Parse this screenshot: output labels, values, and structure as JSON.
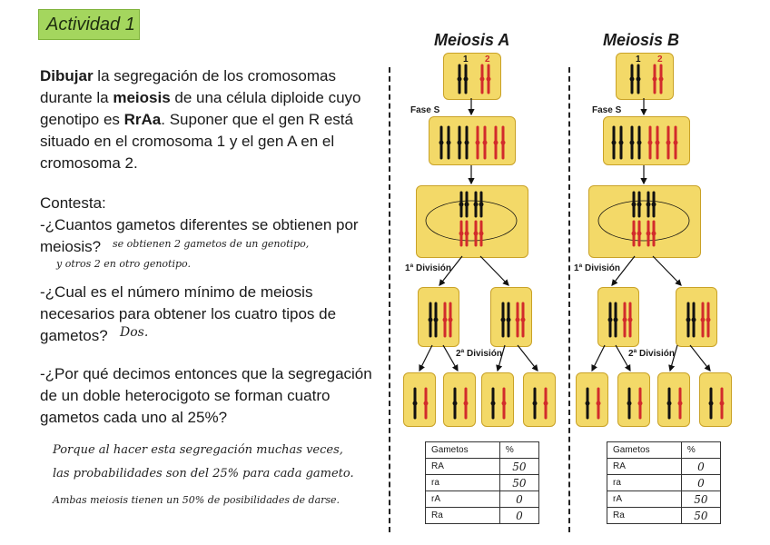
{
  "title": "Actividad 1",
  "question_main": [
    {
      "text": "Dibujar",
      "bold": true
    },
    {
      "text": " la segregación de los cromosomas durante la ",
      "bold": false
    },
    {
      "text": "meiosis",
      "bold": true
    },
    {
      "text": " de una célula diploide cuyo genotipo es ",
      "bold": false
    },
    {
      "text": "RrAa",
      "bold": true
    },
    {
      "text": ". Suponer que el gen R  está situado en el cromosoma 1 y el gen A en el cromosoma 2.",
      "bold": false
    }
  ],
  "contesta_label": "Contesta:",
  "q1": "-¿Cuantos gametos diferentes se obtienen por meiosis?",
  "q1_answer_a": "se obtienen 2 gametos de un genotipo,",
  "q1_answer_b": "y otros 2 en otro genotipo.",
  "q2": "-¿Cual es el número mínimo de meiosis necesarios para obtener los cuatro tipos de gametos?",
  "q2_answer": "Dos.",
  "q3": "-¿Por qué decimos entonces que la segregación de un doble heterocigoto se forman cuatro gametos cada uno al 25%?",
  "handwritten_lines": [
    "Porque al hacer esta segregación muchas veces,",
    "las probabilidades son del 25% para cada gameto.",
    "Ambas meiosis tienen un 50% de posibilidades de darse."
  ],
  "meiosis_a": {
    "title": "Meiosis A",
    "label_fase_s": "Fase S",
    "label_div1": "1ª División",
    "label_div2": "2ª División",
    "chromosome_labels": [
      "1",
      "2"
    ],
    "table_header": [
      "Gametos",
      "%"
    ],
    "table_rows": [
      [
        "RA",
        "50"
      ],
      [
        "ra",
        "50"
      ],
      [
        "rA",
        "0"
      ],
      [
        "Ra",
        "0"
      ]
    ]
  },
  "meiosis_b": {
    "title": "Meiosis B",
    "label_fase_s": "Fase S",
    "label_div1": "1ª División",
    "label_div2": "2ª División",
    "chromosome_labels": [
      "1",
      "2"
    ],
    "table_header": [
      "Gametos",
      "%"
    ],
    "table_rows": [
      [
        "RA",
        "0"
      ],
      [
        "ra",
        "0"
      ],
      [
        "rA",
        "50"
      ],
      [
        "Ra",
        "50"
      ]
    ]
  },
  "colors": {
    "title_bg": "#a4d65e",
    "cell_fill": "#f3d968",
    "chromo_black": "#111111",
    "chromo_red": "#d22b2b"
  }
}
